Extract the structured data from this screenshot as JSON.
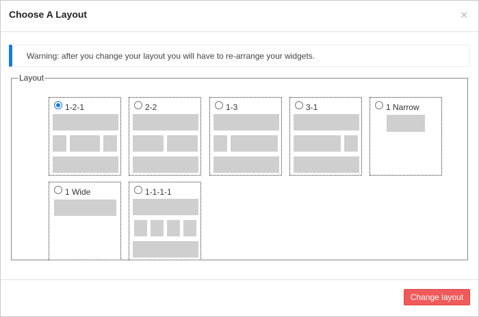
{
  "dialog": {
    "title": "Choose A Layout",
    "close_glyph": "×"
  },
  "warning": {
    "text": "Warning: after you change your layout you will have to re-arrange your widgets.",
    "accent_color": "#1a7bd5"
  },
  "layout_group": {
    "legend": "Layout",
    "selected": "1-2-1",
    "options": [
      {
        "id": "1-2-1",
        "label": "1-2-1",
        "checked": true
      },
      {
        "id": "2-2",
        "label": "2-2",
        "checked": false
      },
      {
        "id": "1-3",
        "label": "1-3",
        "checked": false
      },
      {
        "id": "3-1",
        "label": "3-1",
        "checked": false
      },
      {
        "id": "1-narrow",
        "label": "1 Narrow",
        "checked": false
      },
      {
        "id": "1-wide",
        "label": "1 Wide",
        "checked": false
      },
      {
        "id": "1-1-1-1",
        "label": "1-1-1-1",
        "checked": false
      }
    ]
  },
  "footer": {
    "submit_label": "Change layout",
    "submit_color": "#f05a5a"
  }
}
